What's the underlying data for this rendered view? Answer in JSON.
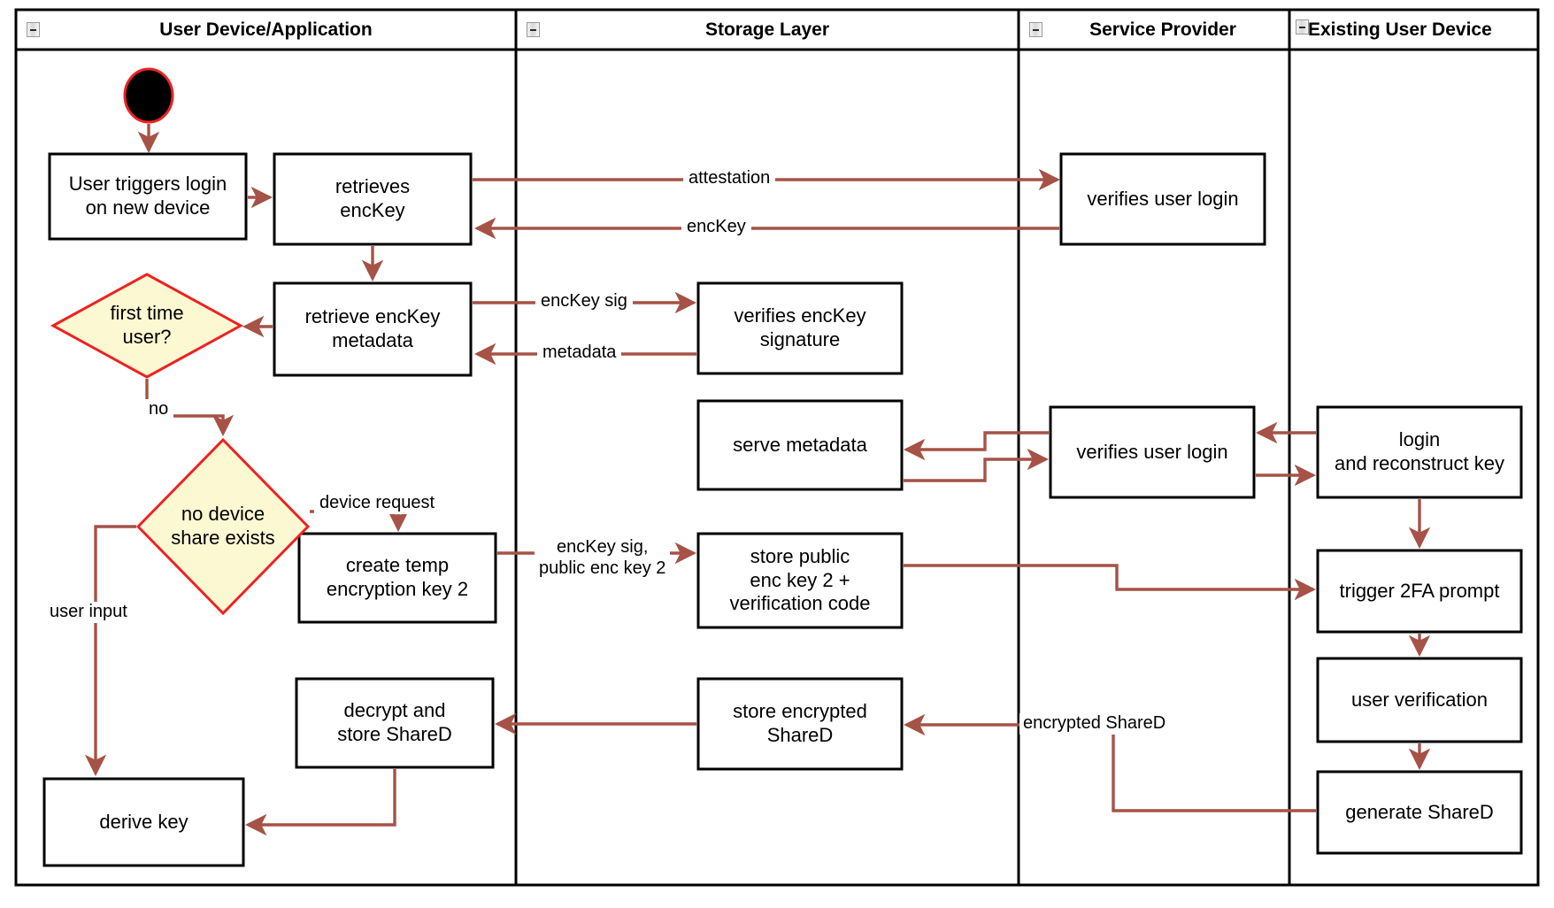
{
  "diagram": {
    "type": "uml-activity-swimlane",
    "title": "",
    "colors": {
      "edge": "#a65247",
      "node_border": "#000000",
      "node_fill": "#ffffff",
      "decision_border": "#ee2222",
      "decision_fill": "#fcf8d2",
      "lane_border": "#000000",
      "start_fill": "#000000",
      "start_border": "#ee2222",
      "background": "#ffffff"
    }
  },
  "lanes": [
    {
      "id": "lane-user-device",
      "label": "User Device/Application",
      "icon": "collapse-icon"
    },
    {
      "id": "lane-storage",
      "label": "Storage Layer",
      "icon": "collapse-icon"
    },
    {
      "id": "lane-service-provider",
      "label": "Service Provider",
      "icon": "collapse-icon"
    },
    {
      "id": "lane-existing-device",
      "label": "Existing User Device",
      "icon": "collapse-icon"
    }
  ],
  "nodes": [
    {
      "id": "start",
      "lane": "lane-user-device",
      "shape": "initial-node",
      "label": ""
    },
    {
      "id": "user-triggers-login",
      "lane": "lane-user-device",
      "shape": "activity",
      "label": "User triggers login\non new device"
    },
    {
      "id": "retrieves-enckey",
      "lane": "lane-user-device",
      "shape": "activity",
      "label": "retrieves\nencKey"
    },
    {
      "id": "retrieve-enckey-metadata",
      "lane": "lane-user-device",
      "shape": "activity",
      "label": "retrieve encKey\nmetadata"
    },
    {
      "id": "first-time-user",
      "lane": "lane-user-device",
      "shape": "decision",
      "label": "first time\nuser?"
    },
    {
      "id": "no-device-share-exists",
      "lane": "lane-user-device",
      "shape": "decision",
      "label": "no device\nshare exists"
    },
    {
      "id": "create-temp-encryption-key-2",
      "lane": "lane-user-device",
      "shape": "activity",
      "label": "create temp\nencryption key 2"
    },
    {
      "id": "decrypt-and-store-shared",
      "lane": "lane-user-device",
      "shape": "activity",
      "label": "decrypt and\nstore ShareD"
    },
    {
      "id": "derive-key",
      "lane": "lane-user-device",
      "shape": "activity",
      "label": "derive key"
    },
    {
      "id": "verifies-enckey-signature",
      "lane": "lane-storage",
      "shape": "activity",
      "label": "verifies encKey\nsignature"
    },
    {
      "id": "serve-metadata",
      "lane": "lane-storage",
      "shape": "activity",
      "label": "serve metadata"
    },
    {
      "id": "store-public-enc-key-2",
      "lane": "lane-storage",
      "shape": "activity",
      "label": "store public\nenc key 2 +\nverification code"
    },
    {
      "id": "store-encrypted-shared",
      "lane": "lane-storage",
      "shape": "activity",
      "label": "store encrypted\nShareD"
    },
    {
      "id": "verifies-user-login-1",
      "lane": "lane-service-provider",
      "shape": "activity",
      "label": "verifies user login"
    },
    {
      "id": "verifies-user-login-2",
      "lane": "lane-service-provider",
      "shape": "activity",
      "label": "verifies user login"
    },
    {
      "id": "login-and-reconstruct-key",
      "lane": "lane-existing-device",
      "shape": "activity",
      "label": "login\nand reconstruct key"
    },
    {
      "id": "trigger-2fa-prompt",
      "lane": "lane-existing-device",
      "shape": "activity",
      "label": "trigger 2FA prompt"
    },
    {
      "id": "user-verification",
      "lane": "lane-existing-device",
      "shape": "activity",
      "label": "user verification"
    },
    {
      "id": "generate-shared",
      "lane": "lane-existing-device",
      "shape": "activity",
      "label": "generate ShareD"
    }
  ],
  "edge_labels": [
    {
      "id": "attestation",
      "text": "attestation"
    },
    {
      "id": "enckey",
      "text": "encKey"
    },
    {
      "id": "enckey-sig",
      "text": "encKey sig"
    },
    {
      "id": "metadata",
      "text": "metadata"
    },
    {
      "id": "no",
      "text": "no"
    },
    {
      "id": "device-request",
      "text": "device request"
    },
    {
      "id": "enckey-sig-public-enc-key-2",
      "text": "encKey sig,\npublic enc key 2"
    },
    {
      "id": "user-input",
      "text": "user input"
    },
    {
      "id": "encrypted-shared",
      "text": "encrypted ShareD"
    }
  ]
}
